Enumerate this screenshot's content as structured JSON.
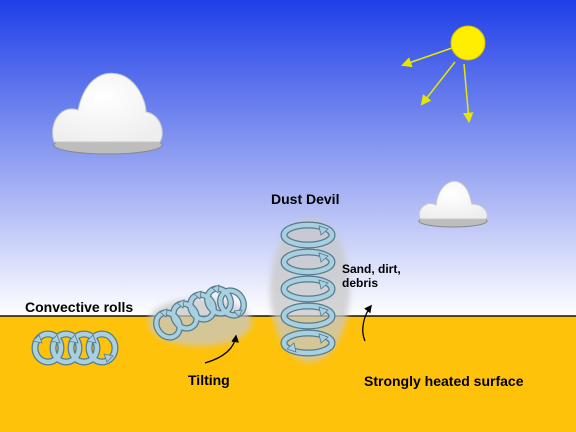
{
  "labels": {
    "dust_devil": "Dust Devil",
    "convective_rolls": "Convective rolls",
    "tilting": "Tilting",
    "sand_line1": "Sand, dirt,",
    "sand_line2": "debris",
    "heated_surface": "Strongly heated surface"
  },
  "colors": {
    "sky_top": "#1f3fe8",
    "sky_bottom": "#ffffff",
    "ground": "#ffc20a",
    "sun": "#ffee00",
    "sun_rays": "#e6e600",
    "vortex_arrow": "#8fb6c8",
    "dust": "#c8c8c8"
  },
  "icons": [
    "sun-icon",
    "cloud-icon",
    "vortex-arrow-icon",
    "curved-arrow-icon"
  ]
}
